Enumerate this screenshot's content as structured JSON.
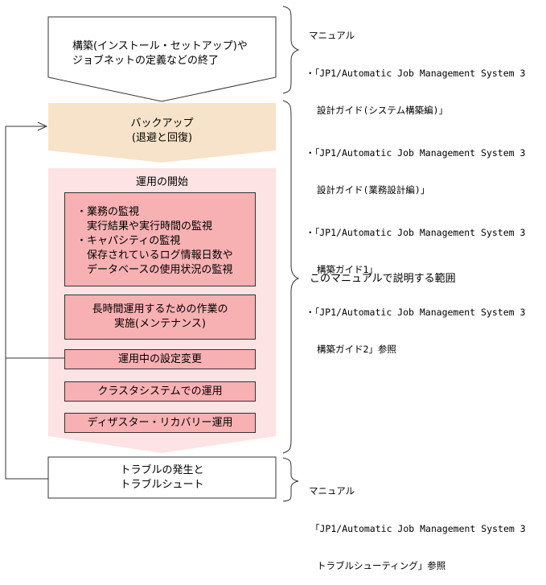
{
  "colors": {
    "backup_fill": "#f7e3c9",
    "operation_fill": "#fde3e3",
    "task_fill": "#f8b1b3",
    "line": "#333333"
  },
  "steps": {
    "setup": {
      "line1": "構築(インストール・セットアップ)や",
      "line2": "ジョブネットの定義などの終了"
    },
    "backup": {
      "line1": "バックアップ",
      "line2": "(退避と回復)"
    },
    "operation": {
      "title": "運用の開始",
      "monitor": {
        "bullet1": "・業務の監視",
        "bullet1_sub": "実行結果や実行時間の監視",
        "bullet2": "・キャパシティの監視",
        "bullet2_sub1": "保存されているログ情報日数や",
        "bullet2_sub2": "データベースの使用状況の監視"
      },
      "maintenance": {
        "line1": "長時間運用するための作業の",
        "line2": "実施(メンテナンス)"
      },
      "config_change": "運用中の設定変更",
      "cluster": "クラスタシステムでの運用",
      "disaster": "ディザスター・リカバリー運用"
    },
    "trouble": {
      "line1": "トラブルの発生と",
      "line2": "トラブルシュート"
    }
  },
  "notes": {
    "top": {
      "heading": "マニュアル",
      "item1_line1": "・「JP1/Automatic Job Management System 3",
      "item1_line2": "設計ガイド(システム構築編)」",
      "item2_line1": "・「JP1/Automatic Job Management System 3",
      "item2_line2": "設計ガイド(業務設計編)」",
      "item3_line1": "・「JP1/Automatic Job Management System 3",
      "item3_line2": "構築ガイド1」",
      "item4_line1": "・「JP1/Automatic Job Management System 3",
      "item4_line2": "構築ガイド2」参照"
    },
    "scope": "このマニュアルで説明する範囲",
    "bottom": {
      "heading": "マニュアル",
      "line1": "「JP1/Automatic Job Management System 3",
      "line2": "トラブルシューティング」参照"
    }
  }
}
